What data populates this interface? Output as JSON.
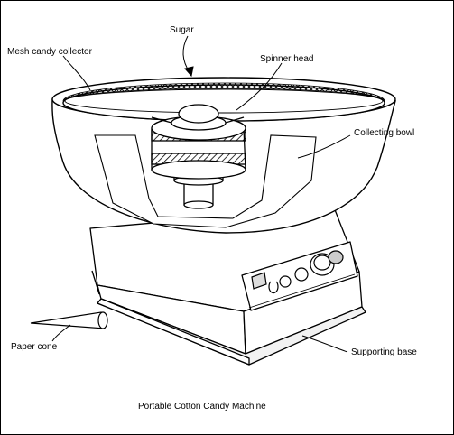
{
  "labels": {
    "sugar": "Sugar",
    "mesh": "Mesh candy collector",
    "spinner": "Spinner head",
    "bowl": "Collecting bowl",
    "cone": "Paper cone",
    "base": "Supporting base"
  },
  "caption": "Portable Cotton Candy Machine"
}
